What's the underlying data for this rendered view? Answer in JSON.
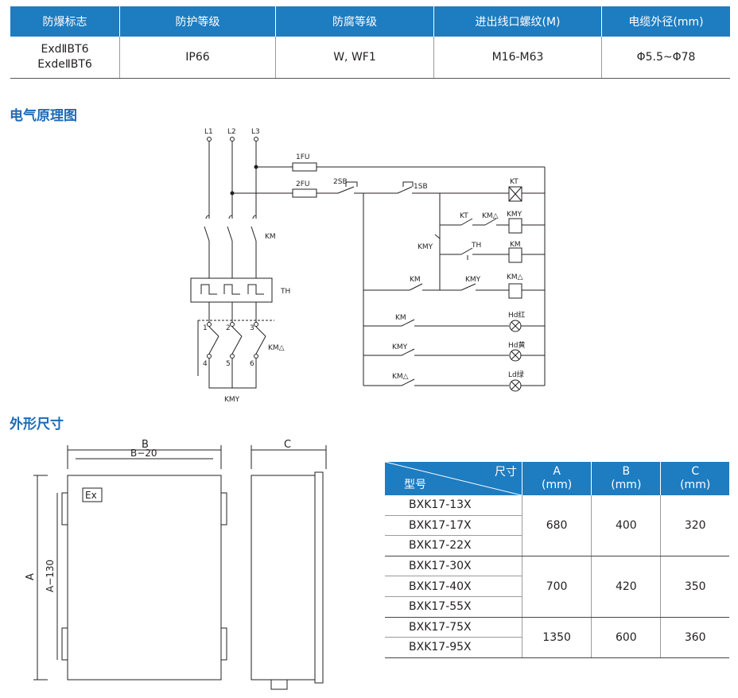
{
  "spec_table": {
    "headers": [
      "防爆标志",
      "防护等级",
      "防腐等级",
      "进出线口螺纹(M)",
      "电缆外径(mm)"
    ],
    "row": {
      "marking_1": "ExdⅡBT6",
      "marking_2": "ExdeⅡBT6",
      "protection": "IP66",
      "anticorrosion": "W, WF1",
      "thread": "M16-M63",
      "cable": "Φ5.5~Φ78"
    }
  },
  "sections": {
    "schematic_title": "电气原理图",
    "outline_title": "外形尺寸"
  },
  "schematic": {
    "l1": "L1",
    "l2": "L2",
    "l3": "L3",
    "fu1": "1FU",
    "fu2": "2FU",
    "sb2": "2SB",
    "sb1": "1SB",
    "kt": "KT",
    "kt2": "KT",
    "km_delta": "KM△",
    "kmy": "KMY",
    "kmy_coil": "KMY",
    "th": "TH",
    "km_coil": "KM",
    "km": "KM",
    "km_contact": "KM",
    "kmy_contact": "KMY",
    "km_delta_coil": "KM△",
    "km_delta_contact": "KM△",
    "main_km": "KM",
    "main_th": "TH",
    "main_km_delta": "KM△",
    "main_kmy": "KMY",
    "kmy_left": "KMY",
    "lamp_red": "Hd红",
    "lamp_yellow": "Hd黄",
    "lamp_green": "Ld绿",
    "km_lamp": "KM",
    "kmy_lamp": "KMY",
    "kmd_lamp": "KM△",
    "t1": "1",
    "t2": "2",
    "t3": "3",
    "t4": "4",
    "t5": "5",
    "t6": "6"
  },
  "outline": {
    "dim_b": "B",
    "dim_b20": "B−20",
    "dim_c": "C",
    "dim_a": "A",
    "dim_a130": "A−130",
    "ex_label": "Ex"
  },
  "dims_table": {
    "corner_top": "尺寸",
    "corner_bottom": "型号",
    "col_a": "A",
    "col_b": "B",
    "col_c": "C",
    "unit": "(mm)",
    "groups": [
      {
        "models": [
          "BXK17-13X",
          "BXK17-17X",
          "BXK17-22X"
        ],
        "a": "680",
        "b": "400",
        "c": "320"
      },
      {
        "models": [
          "BXK17-30X",
          "BXK17-40X",
          "BXK17-55X"
        ],
        "a": "700",
        "b": "420",
        "c": "350"
      },
      {
        "models": [
          "BXK17-75X",
          "BXK17-95X"
        ],
        "a": "1350",
        "b": "600",
        "c": "360"
      }
    ]
  },
  "colors": {
    "header_blue": "#1e7cc1",
    "title_blue": "#1e6bb8",
    "line": "#231f20"
  }
}
